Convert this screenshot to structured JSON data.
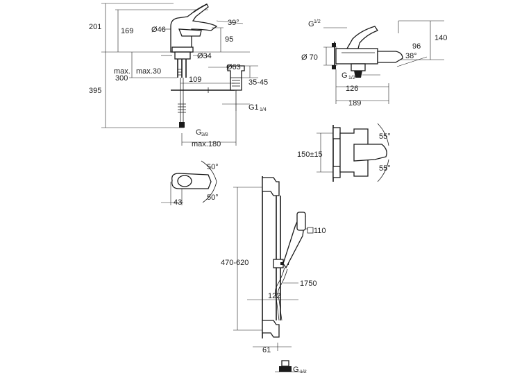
{
  "views": {
    "basin_mixer": {
      "dims": {
        "height_total": "201",
        "height_spout": "169",
        "spout_diameter": "Ø46",
        "lever_angle": "39°",
        "projection": "95",
        "base_diameter": "Ø34",
        "deck_max_label": "max.",
        "deck_max_value": "300",
        "max_30": "max.30",
        "overall_395": "395",
        "offset_109": "109",
        "waste_diameter": "Ø63",
        "waste_range": "35-45",
        "waste_thread_prefix": "G1",
        "waste_thread_fraction": "1/4",
        "supply_thread_prefix": "G",
        "supply_thread_fraction": "3/8",
        "max_180": "max.180"
      }
    },
    "bath_mixer": {
      "dims": {
        "inlet_thread_prefix": "G",
        "inlet_thread_fraction": "1/2",
        "height_140": "140",
        "diameter_70": "Ø 70",
        "spout_96": "96",
        "angle_38": "38°",
        "outlet_thread_prefix": "G",
        "outlet_thread_fraction": "1/2",
        "width_126": "126",
        "width_189": "189"
      }
    },
    "bath_top": {
      "dims": {
        "angle_top": "55°",
        "angle_bottom": "55°",
        "centres": "150±15"
      }
    },
    "basin_top": {
      "dims": {
        "angle_top": "50°",
        "angle_bottom": "50°",
        "width_43": "43"
      }
    },
    "shower_set": {
      "dims": {
        "head_size": "110",
        "rail_range": "470-620",
        "hose_length": "1750",
        "offset_122": "122",
        "wall_61": "61",
        "outlet_thread_prefix": "G",
        "outlet_thread_fraction": "1/2"
      }
    }
  }
}
